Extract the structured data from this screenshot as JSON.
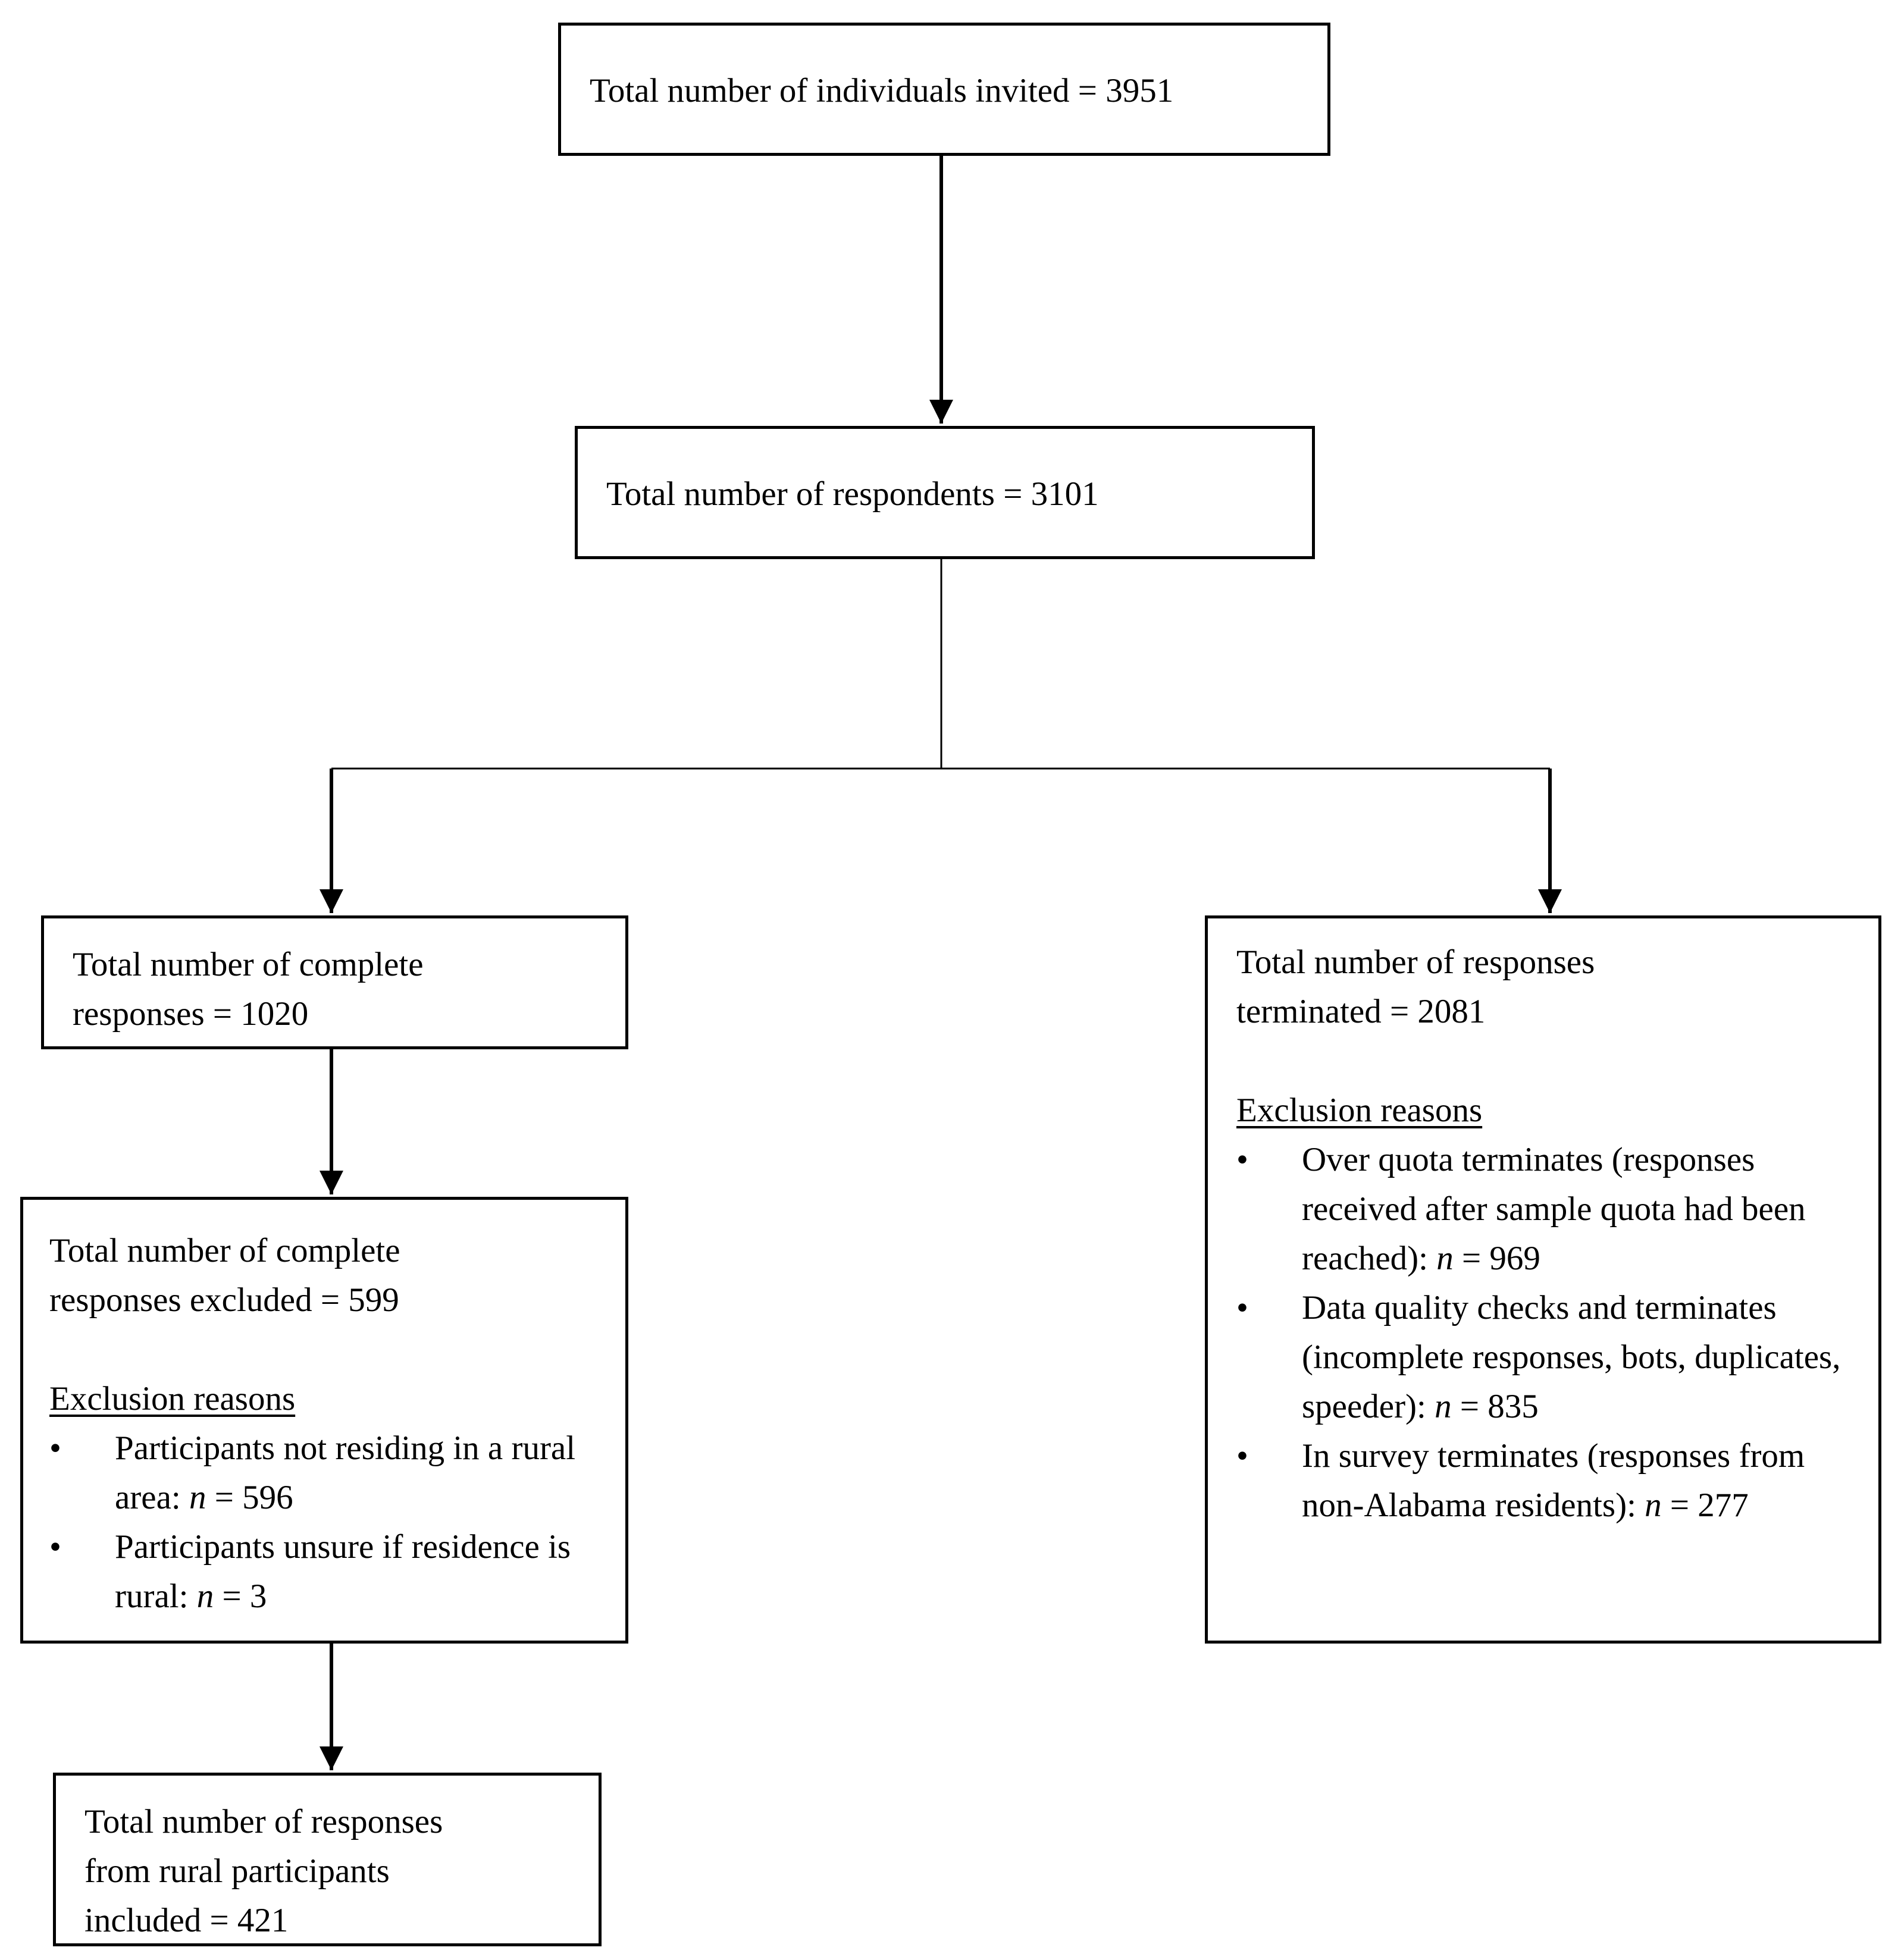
{
  "flowchart": {
    "invited": {
      "label": "Total number of individuals invited = 3951"
    },
    "respondents": {
      "label": "Total number of respondents = 3101"
    },
    "complete": {
      "line1": "Total number of complete",
      "line2": "responses = 1020"
    },
    "excluded": {
      "line1": "Total number of complete",
      "line2": "responses excluded = 599",
      "reasons_heading": "Exclusion reasons",
      "reasons": [
        {
          "bullet": "•",
          "text_before": "Participants not residing in a rural area: ",
          "n_symbol": "n",
          "text_after": " = 596"
        },
        {
          "bullet": "•",
          "text_before": "Participants unsure if residence is rural: ",
          "n_symbol": "n",
          "text_after": " = 3"
        }
      ]
    },
    "included": {
      "line1": "Total number of responses",
      "line2": "from rural participants",
      "line3": "included = 421"
    },
    "terminated": {
      "line1": "Total number of responses",
      "line2": "terminated = 2081",
      "reasons_heading": "Exclusion reasons",
      "reasons": [
        {
          "bullet": "•",
          "text_before": "Over quota terminates (responses received after sample quota had been reached): ",
          "n_symbol": "n",
          "text_after": " = 969"
        },
        {
          "bullet": "•",
          "text_before": "Data quality checks and terminates (incomplete responses, bots, duplicates, speeder): ",
          "n_symbol": "n",
          "text_after": " = 835"
        },
        {
          "bullet": "•",
          "text_before": "In survey terminates (responses from non-Alabama residents): ",
          "n_symbol": "n",
          "text_after": " = 277"
        }
      ]
    }
  }
}
